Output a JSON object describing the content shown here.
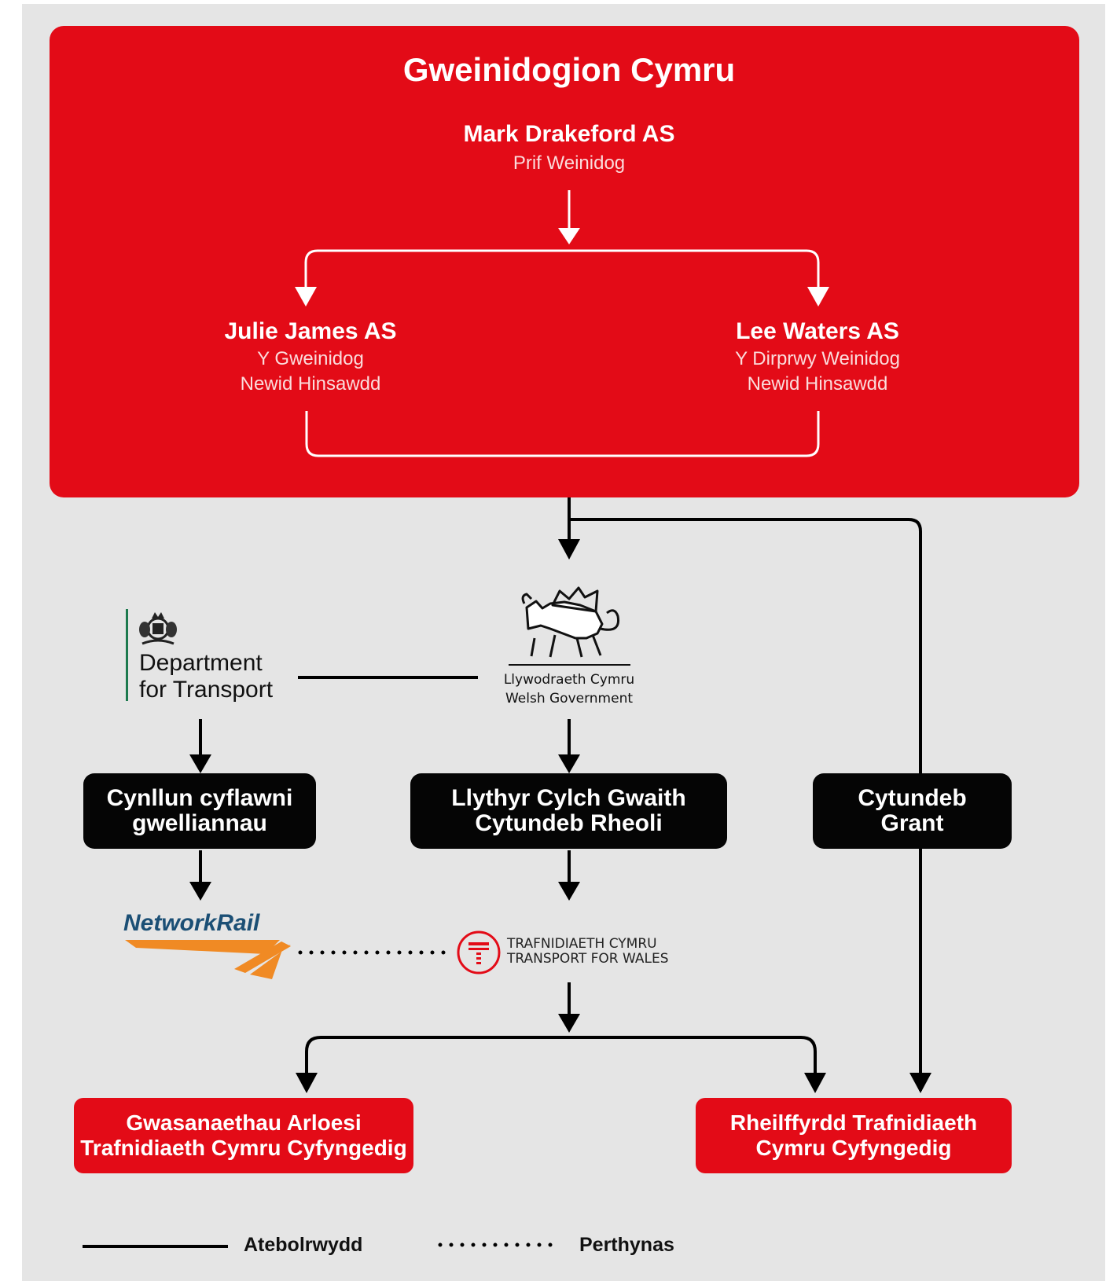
{
  "ministers": {
    "title": "Gweinidogion Cymru",
    "first_minister": {
      "name": "Mark Drakeford AS",
      "role": "Prif Weinidog"
    },
    "minister_left": {
      "name": "Julie James AS",
      "role_line1": "Y Gweinidog",
      "role_line2": "Newid Hinsawdd"
    },
    "minister_right": {
      "name": "Lee Waters AS",
      "role_line1": "Y Dirprwy Weinidog",
      "role_line2": "Newid Hinsawdd"
    }
  },
  "organisations": {
    "dft": {
      "line1": "Department",
      "line2": "for Transport",
      "icon": "royal-crest-icon"
    },
    "welsh_government": {
      "line1": "Llywodraeth Cymru",
      "line2": "Welsh Government",
      "icon": "welsh-dragon-icon"
    },
    "network_rail": {
      "label": "NetworkRail",
      "icon": "network-rail-logo"
    },
    "transport_for_wales": {
      "line1": "TRAFNIDIAETH CYMRU",
      "line2": "TRANSPORT FOR WALES",
      "icon": "tfw-logo"
    }
  },
  "documents": {
    "improvement_plan": {
      "line1": "Cynllun cyflawni",
      "line2": "gwelliannau"
    },
    "remit_letter": {
      "line1": "Llythyr Cylch Gwaith",
      "line2": "Cytundeb Rheoli"
    },
    "grant_agreement": {
      "line1": "Cytundeb",
      "line2": "Grant"
    }
  },
  "subsidiaries": {
    "innovation": {
      "line1": "Gwasanaethau Arloesi",
      "line2": "Trafnidiaeth Cymru Cyfyngedig"
    },
    "rail": {
      "line1": "Rheilffyrdd Trafnidiaeth",
      "line2": "Cymru Cyfyngedig"
    }
  },
  "legend": {
    "solid_label": "Atebolrwydd",
    "dotted_label": "Perthynas"
  },
  "colors": {
    "red": "#e30b17",
    "black": "#050505",
    "background": "#e5e5e5",
    "nr_blue": "#1b4f75",
    "nr_orange": "#f08a24"
  }
}
